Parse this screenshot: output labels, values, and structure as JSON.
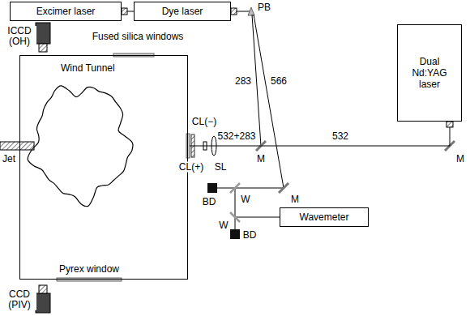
{
  "diagram": {
    "nodes": [
      {
        "text": [
          "Excimer laser"
        ]
      },
      {
        "text": [
          "Dye laser"
        ]
      },
      {
        "text": [
          "Dual Nd:YAG laser"
        ]
      },
      {
        "text": [
          "Wind Tunnel"
        ]
      },
      {
        "text": [
          "Wavemeter"
        ]
      }
    ],
    "edges": [
      {
        "from": 0,
        "to": 1,
        "arrow": "none"
      },
      {
        "from": 2,
        "to": 3,
        "arrow": "none"
      }
    ],
    "labels": [
      "Fused silica windows",
      "Jet",
      "Pyrex window",
      "ICCD (OH)",
      "CCD (PIV)",
      "PB",
      "283",
      "566",
      "532+283",
      "532",
      "CL(−)",
      "CL(+)",
      "SL",
      "BD",
      "W",
      "M",
      "M",
      "M",
      "W",
      "BD"
    ]
  }
}
